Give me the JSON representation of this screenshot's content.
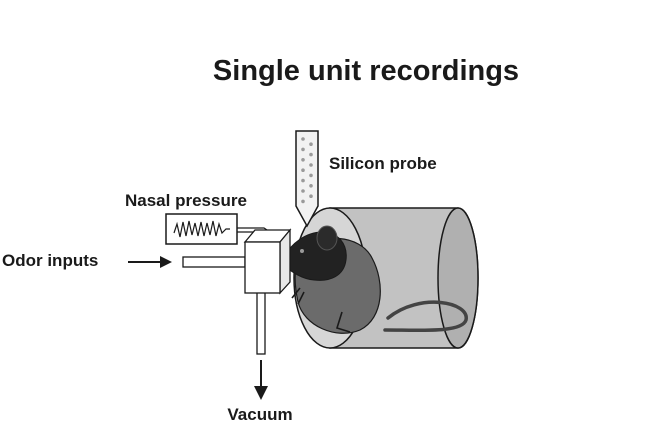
{
  "diagram": {
    "title": "Single unit recordings",
    "labels": {
      "silicon_probe": "Silicon probe",
      "nasal_pressure": "Nasal pressure",
      "odor_inputs": "Odor inputs",
      "vacuum": "Vacuum"
    },
    "colors": {
      "line": "#1a1a1a",
      "tube_fill": "#bdbdbd",
      "tube_shadow": "#9e9e9e",
      "mouse_head": "#222222",
      "mouse_body_overlay": "#6b6b6b",
      "probe_fill": "#f2f2f2",
      "probe_dots": "#9a9a9a"
    },
    "icons": {
      "mouse": "mouse-icon",
      "probe": "silicon-probe-icon",
      "sensor": "pressure-sensor-icon",
      "valve": "odor-valve-icon",
      "tube": "restraint-tube-icon"
    }
  }
}
